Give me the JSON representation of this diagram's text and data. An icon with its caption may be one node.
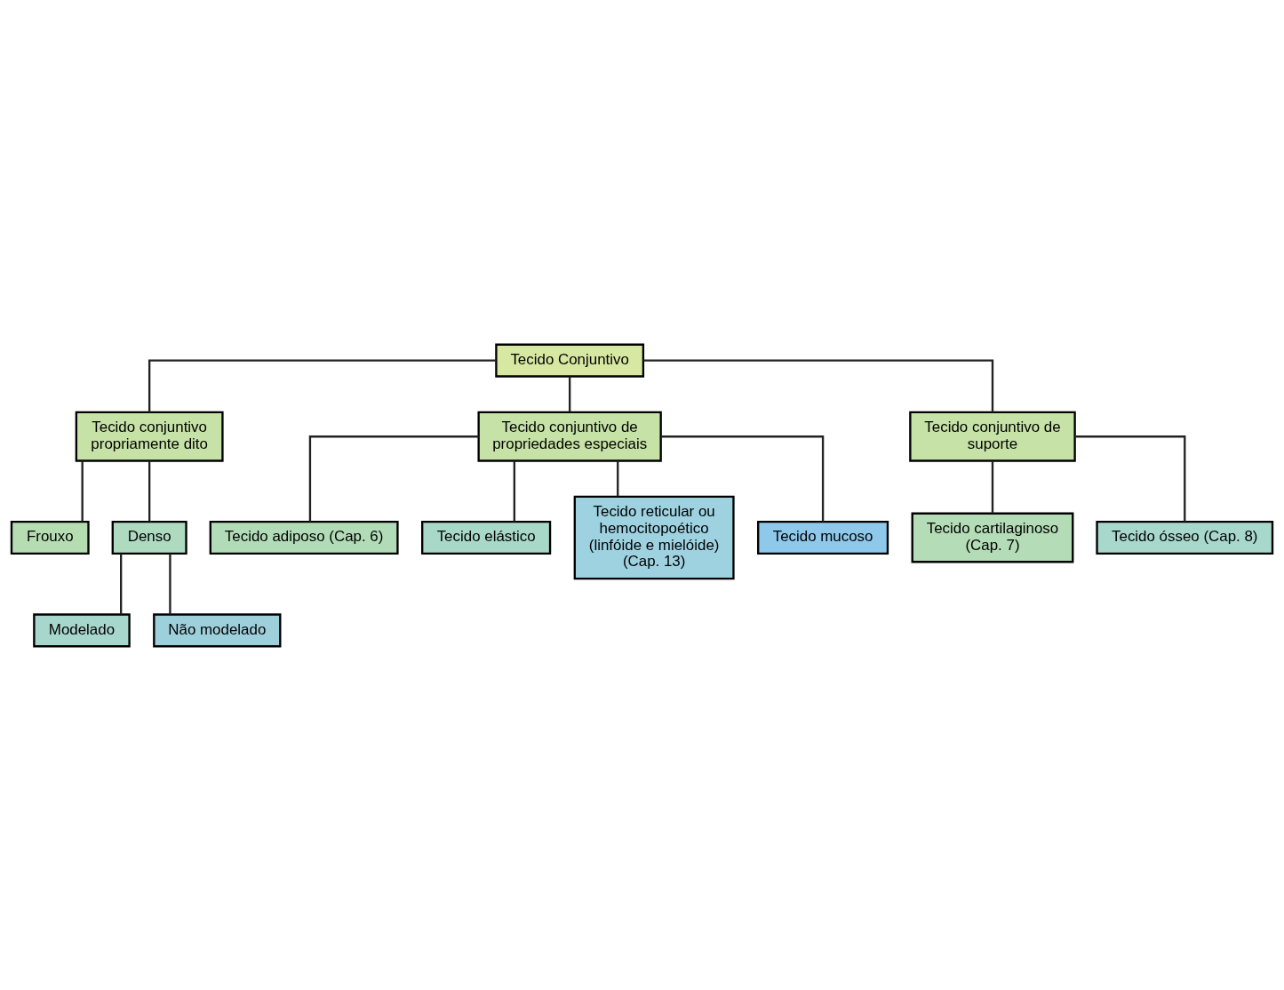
{
  "diagram": {
    "nodes": [
      {
        "text": [
          "Tecido Conjuntivo"
        ]
      },
      {
        "text": [
          "Tecido conjuntivo propriamente dito"
        ]
      },
      {
        "text": [
          "Tecido conjuntivo de propriedades especiais"
        ]
      },
      {
        "text": [
          "Tecido conjuntivo de suporte"
        ]
      },
      {
        "text": [
          "Frouxo"
        ]
      },
      {
        "text": [
          "Denso"
        ]
      },
      {
        "text": [
          "Modelado"
        ]
      },
      {
        "text": [
          "Não modelado"
        ]
      },
      {
        "text": [
          "Tecido adiposo (Cap. 6)"
        ]
      },
      {
        "text": [
          "Tecido elástico"
        ]
      },
      {
        "text": [
          "Tecido reticular ou hemocitopoético (linfóide e mielóide) (Cap. 13)"
        ]
      },
      {
        "text": [
          "Tecido mucoso"
        ]
      },
      {
        "text": [
          "Tecido cartilaginoso (Cap. 7)"
        ]
      },
      {
        "text": [
          "Tecido ósseo (Cap. 8)"
        ]
      }
    ],
    "edges": [
      {
        "from": 0,
        "to": 1,
        "arrow": "none"
      },
      {
        "from": 0,
        "to": 2,
        "arrow": "none"
      },
      {
        "from": 0,
        "to": 3,
        "arrow": "none"
      },
      {
        "from": 1,
        "to": 4,
        "arrow": "none"
      },
      {
        "from": 1,
        "to": 5,
        "arrow": "none"
      },
      {
        "from": 5,
        "to": 6,
        "arrow": "none"
      },
      {
        "from": 5,
        "to": 7,
        "arrow": "none"
      },
      {
        "from": 2,
        "to": 8,
        "arrow": "none"
      },
      {
        "from": 2,
        "to": 9,
        "arrow": "none"
      },
      {
        "from": 2,
        "to": 10,
        "arrow": "none"
      },
      {
        "from": 2,
        "to": 11,
        "arrow": "none"
      },
      {
        "from": 3,
        "to": 12,
        "arrow": "none"
      },
      {
        "from": 3,
        "to": 13,
        "arrow": "none"
      }
    ]
  }
}
